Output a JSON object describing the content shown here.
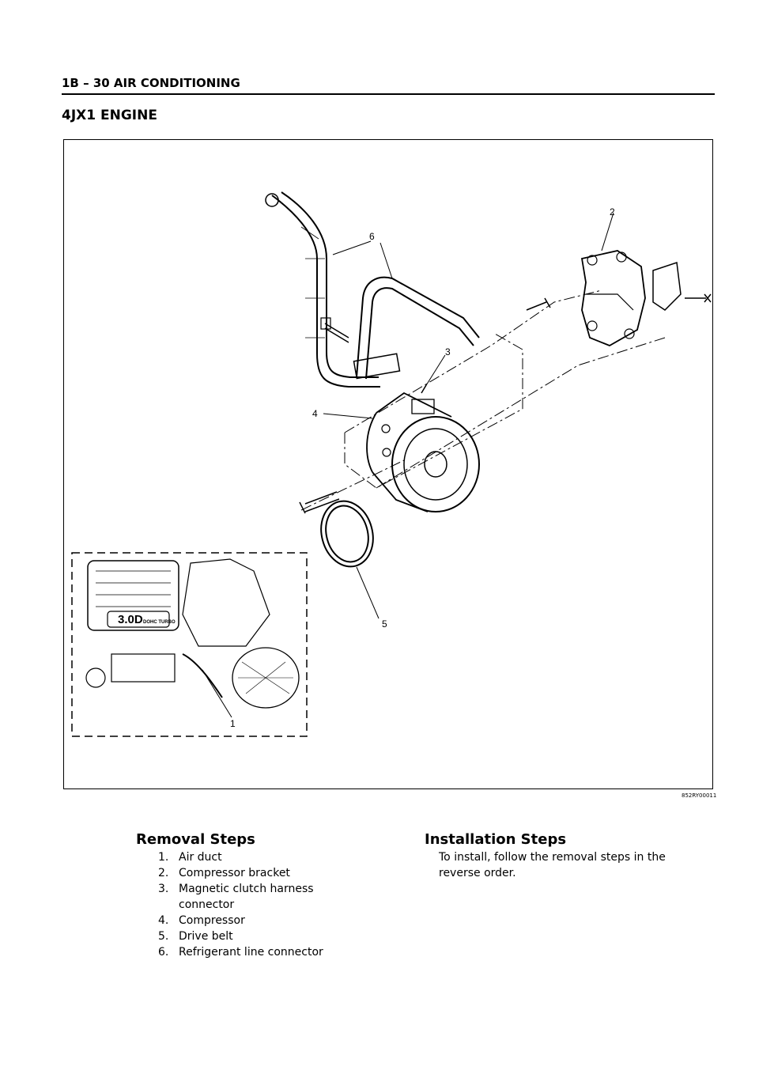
{
  "header": {
    "text": "1B – 30  AIR CONDITIONING"
  },
  "section_title": "4JX1 ENGINE",
  "figure": {
    "callouts": [
      "1",
      "2",
      "3",
      "4",
      "5",
      "6"
    ],
    "engine_badge": "3.0D",
    "engine_badge_sub": "DOHC TURBO",
    "figure_id": "852RY00011"
  },
  "removal": {
    "title": "Removal Steps",
    "steps": [
      {
        "num": "1.",
        "text": "Air duct"
      },
      {
        "num": "2.",
        "text": "Compressor bracket"
      },
      {
        "num": "3.",
        "text": "Magnetic clutch harness connector"
      },
      {
        "num": "4.",
        "text": "Compressor"
      },
      {
        "num": "5.",
        "text": "Drive belt"
      },
      {
        "num": "6.",
        "text": "Refrigerant line connector"
      }
    ]
  },
  "installation": {
    "title": "Installation Steps",
    "text": "To install, follow the removal steps in the reverse order."
  }
}
